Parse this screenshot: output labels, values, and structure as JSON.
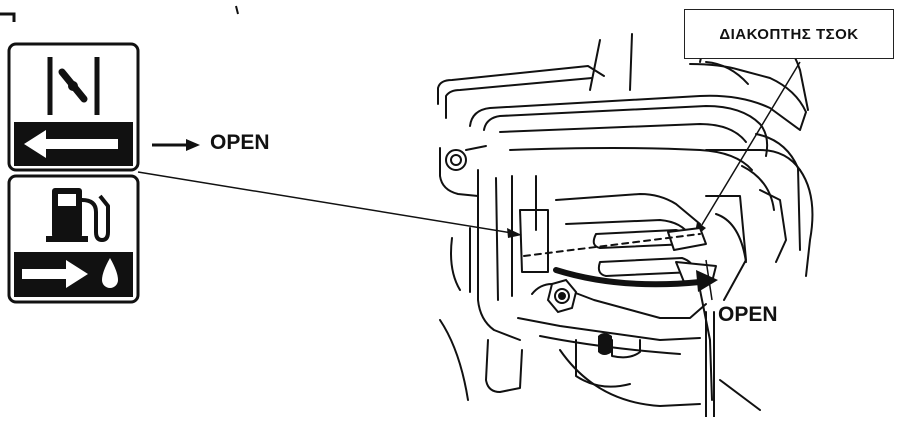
{
  "labels": {
    "open_choke": "OPEN",
    "open_fuel": "OPEN",
    "switch_callout": "ΔΙΑΚΟΠΤΗΣ ΤΣΟΚ"
  },
  "icons": {
    "choke_symbol": "choke-icon",
    "choke_direction": "arrow-left-icon",
    "fuel_symbol": "fuel-pump-icon",
    "fuel_direction": "arrow-right-fuel-drop-icon",
    "open_pointer": "arrow-right-icon"
  },
  "colors": {
    "ink": "#111111",
    "background": "#ffffff"
  }
}
